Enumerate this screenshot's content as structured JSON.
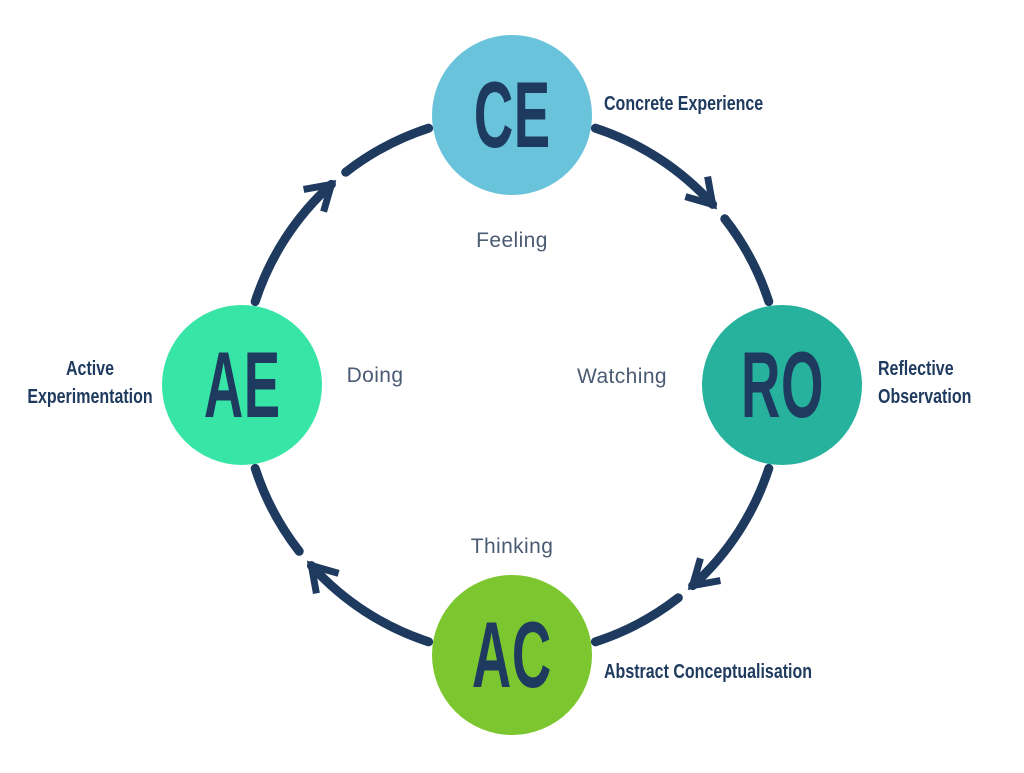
{
  "diagram": {
    "type": "cycle",
    "name": "experiential-learning-cycle",
    "direction": "clockwise",
    "nodes": [
      {
        "abbr": "CE",
        "label": "Concrete Experience",
        "inner_label": "Feeling",
        "color": "#69c3db",
        "position": "top"
      },
      {
        "abbr": "RO",
        "label": "Reflective Observation",
        "inner_label": "Watching",
        "color": "#26b29c",
        "position": "right"
      },
      {
        "abbr": "AC",
        "label": "Abstract Conceptualisation",
        "inner_label": "Thinking",
        "color": "#7cc62f",
        "position": "bottom"
      },
      {
        "abbr": "AE",
        "label": "Active Experimentation",
        "inner_label": "Doing",
        "color": "#37e6a7",
        "position": "left"
      }
    ],
    "colors": {
      "ring": "#1e3a5f",
      "abbr_text": "#1e3a5f",
      "side_label_text": "#1e3a5f",
      "inner_label_text": "#4b5b73",
      "background": "#ffffff"
    }
  }
}
